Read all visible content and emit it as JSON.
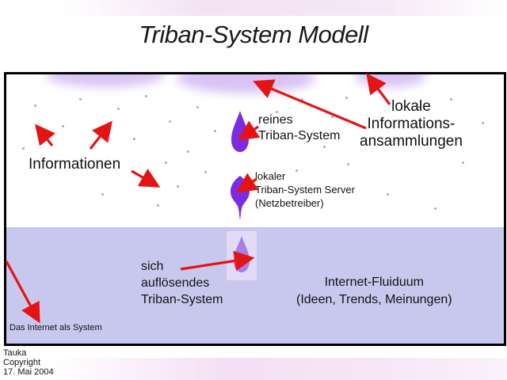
{
  "title": "Triban-System Modell",
  "labels": {
    "informationen": "Informationen",
    "reines": "reines\nTriban-System",
    "lokale_info": "lokale\nInformations-\nansammlungen",
    "server": "lokaler\nTriban-System Server\n(Netzbetreiber)",
    "aufloesend": "sich\nauflösendes\nTriban-System",
    "fluiduum": "Internet-Fluiduum\n(Ideen, Trends, Meinungen)",
    "internet_system": "Das Internet als System"
  },
  "footer": {
    "author": "Tauka",
    "copyright": "Copyright",
    "date": "17. Mai 2004"
  },
  "colors": {
    "arrow": "#e41414",
    "drop": "#7a2de0",
    "lower_band": "#c8c8ef",
    "frame": "#000000"
  }
}
